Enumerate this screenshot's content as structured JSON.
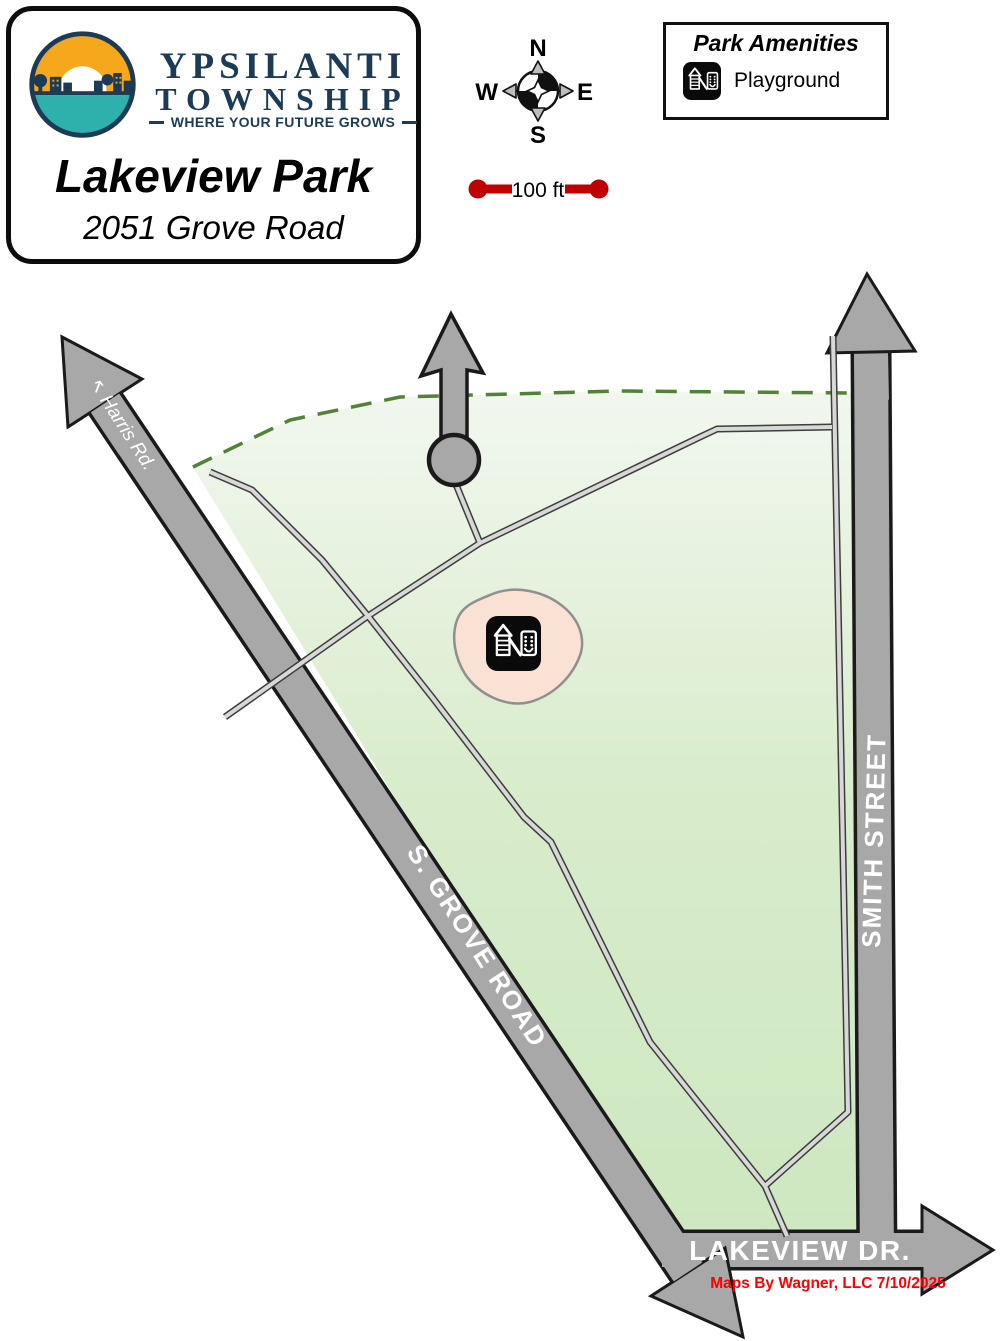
{
  "header": {
    "org_name_line1": "YPSILANTI",
    "org_name_line2": "TOWNSHIP",
    "tagline": "WHERE YOUR FUTURE GROWS",
    "park_name": "Lakeview Park",
    "park_address": "2051 Grove Road"
  },
  "compass": {
    "north": "N",
    "east": "E",
    "south": "S",
    "west": "W"
  },
  "scale_bar": {
    "label": "100 ft"
  },
  "legend": {
    "title": "Park Amenities",
    "items": [
      {
        "icon": "playground-icon",
        "label": "Playground"
      }
    ]
  },
  "map": {
    "road_labels": {
      "harris": "↖ Harris Rd.",
      "grove": "S. GROVE ROAD",
      "smith": "SMITH STREET",
      "lakeview": "LAKEVIEW DR."
    },
    "credit": "Maps By Wagner, LLC  7/10/2025"
  },
  "colors": {
    "road_gray": "#a8a8a8",
    "road_outline": "#1a1a1a",
    "park_fill_top": "#f2f7ef",
    "park_fill_bottom": "#cde7c0",
    "boundary_green": "#538135",
    "path_light": "#d8d8d8",
    "playground_fill": "#f9e2d3",
    "scale_red": "#c00000",
    "credit_red": "#ff0000",
    "logo_navy": "#1d3b55",
    "logo_orange": "#f5a81c",
    "logo_teal": "#2eb0ac"
  }
}
